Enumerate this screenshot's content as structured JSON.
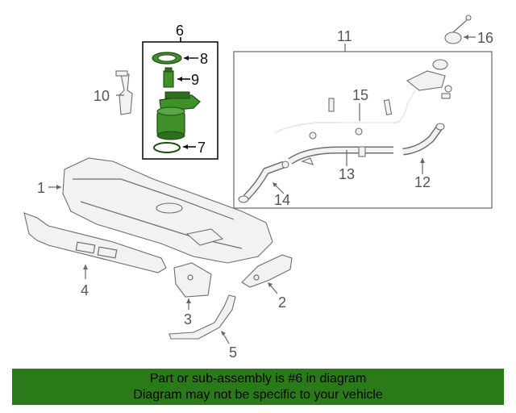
{
  "callouts": {
    "c1": "1",
    "c2": "2",
    "c3": "3",
    "c4": "4",
    "c5": "5",
    "c6": "6",
    "c7": "7",
    "c8": "8",
    "c9": "9",
    "c10": "10",
    "c11": "11",
    "c12": "12",
    "c13": "13",
    "c14": "14",
    "c15": "15",
    "c16": "16"
  },
  "banner": {
    "line1": "Part or sub-assembly is #6 in diagram",
    "line2": "Diagram may not be specific to your vehicle"
  },
  "colors": {
    "banner_bg": "#2b7a1a",
    "highlight_part": "#3f8f2a"
  }
}
